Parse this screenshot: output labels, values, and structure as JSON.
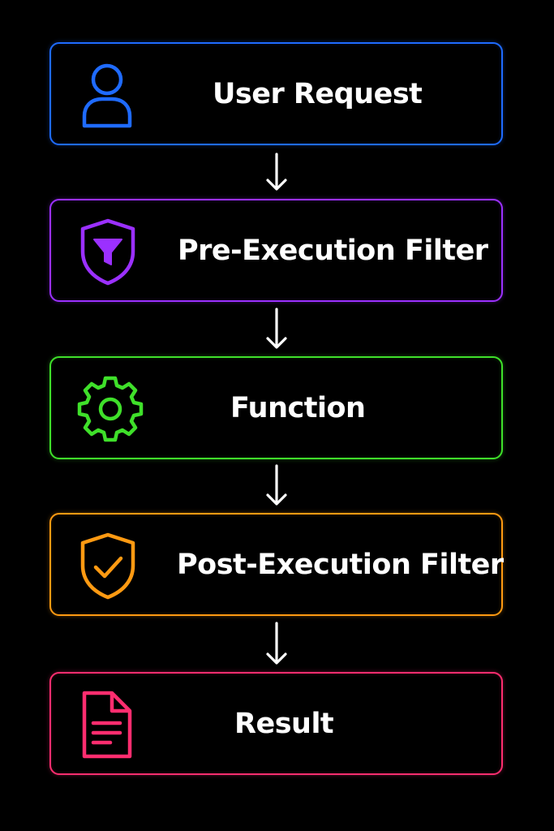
{
  "flow": {
    "steps": [
      {
        "label": "User Request",
        "icon": "user-icon",
        "color": "#1f6bff"
      },
      {
        "label": "Pre-Execution Filter",
        "icon": "shield-filter-icon",
        "color": "#9b30ff"
      },
      {
        "label": "Function",
        "icon": "gear-icon",
        "color": "#3fe02a"
      },
      {
        "label": "Post-Execution Filter",
        "icon": "shield-check-icon",
        "color": "#ff9a12"
      },
      {
        "label": "Result",
        "icon": "document-icon",
        "color": "#ff2d6f"
      }
    ],
    "connector_color": "#ffffff"
  }
}
